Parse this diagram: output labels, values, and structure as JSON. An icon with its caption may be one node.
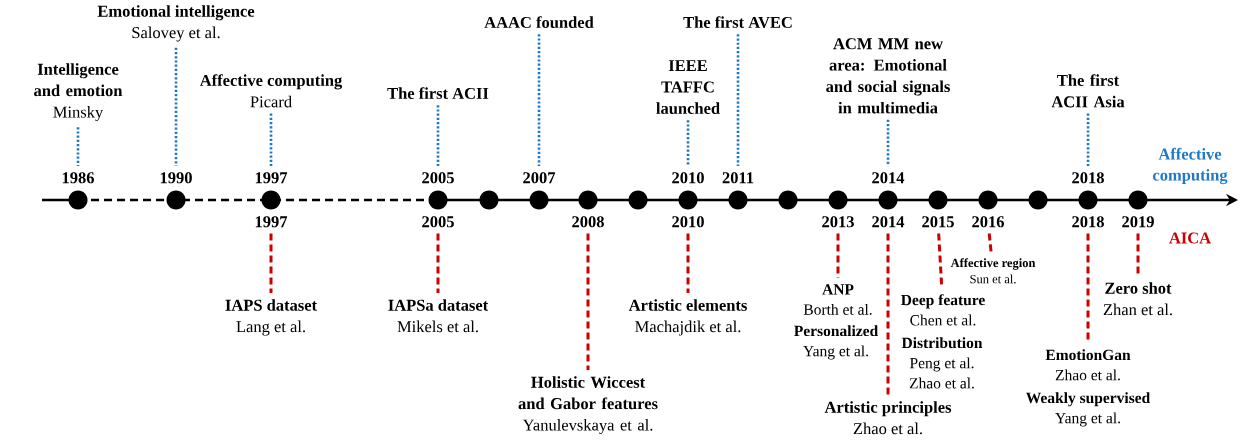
{
  "diagram": {
    "nodes": [
      {
        "text": [
          "Intelligence and emotion",
          "Minsky"
        ]
      },
      {
        "text": [
          "Emotional intelligence",
          "Salovey et al."
        ]
      },
      {
        "text": [
          "Affective computing",
          "Picard"
        ]
      },
      {
        "text": [
          "The first ACII"
        ]
      },
      {
        "text": [
          "AAAC founded"
        ]
      },
      {
        "text": [
          "IEEE TAFFC launched"
        ]
      },
      {
        "text": [
          "The first AVEC"
        ]
      },
      {
        "text": [
          "ACM MM new area: Emotional and social signals in multimedia"
        ]
      },
      {
        "text": [
          "The first ACII Asia"
        ]
      },
      {
        "text": [
          "1986"
        ]
      },
      {
        "text": [
          "1990"
        ]
      },
      {
        "text": [
          "1997"
        ]
      },
      {
        "text": [
          "2005"
        ]
      },
      {
        "text": [
          "2007"
        ]
      },
      {
        "text": [
          "2010"
        ]
      },
      {
        "text": [
          "2011"
        ]
      },
      {
        "text": [
          "2014"
        ]
      },
      {
        "text": [
          "2018"
        ]
      },
      {
        "text": [
          "1997"
        ]
      },
      {
        "text": [
          "2005"
        ]
      },
      {
        "text": [
          "2008"
        ]
      },
      {
        "text": [
          "2010"
        ]
      },
      {
        "text": [
          "2013"
        ]
      },
      {
        "text": [
          "2014"
        ]
      },
      {
        "text": [
          "2015"
        ]
      },
      {
        "text": [
          "2016"
        ]
      },
      {
        "text": [
          "2018"
        ]
      },
      {
        "text": [
          "2019"
        ]
      },
      {
        "text": [
          "IAPS dataset",
          "Lang et al."
        ]
      },
      {
        "text": [
          "IAPSa dataset",
          "Mikels et al."
        ]
      },
      {
        "text": [
          "Holistic Wiccest and Gabor features",
          "Yanulevskaya et al."
        ]
      },
      {
        "text": [
          "Artistic elements",
          "Machajdik et al."
        ]
      },
      {
        "text": [
          "ANP",
          "Borth et al."
        ]
      },
      {
        "text": [
          "Personalized",
          "Yang et al."
        ]
      },
      {
        "text": [
          "Artistic principles",
          "Zhao et al."
        ]
      },
      {
        "text": [
          "Deep feature",
          "Chen et al."
        ]
      },
      {
        "text": [
          "Distribution",
          "Peng et al.",
          "Zhao et al."
        ]
      },
      {
        "text": [
          "Affective region",
          "Sun et al."
        ]
      },
      {
        "text": [
          "EmotionGan",
          "Zhao et al."
        ]
      },
      {
        "text": [
          "Weakly supervised",
          "Yang et al."
        ]
      },
      {
        "text": [
          "Zero shot",
          "Zhan et al."
        ]
      }
    ],
    "edges": [
      {
        "from": 0,
        "to": 9,
        "arrow": "none",
        "color": "#1f78c8"
      },
      {
        "from": 1,
        "to": 10,
        "arrow": "none",
        "color": "#1f78c8"
      },
      {
        "from": 2,
        "to": 11,
        "arrow": "none",
        "color": "#1f78c8"
      },
      {
        "from": 3,
        "to": 12,
        "arrow": "none",
        "color": "#1f78c8"
      },
      {
        "from": 4,
        "to": 13,
        "arrow": "none",
        "color": "#1f78c8"
      },
      {
        "from": 5,
        "to": 14,
        "arrow": "none",
        "color": "#1f78c8"
      },
      {
        "from": 6,
        "to": 15,
        "arrow": "none",
        "color": "#1f78c8"
      },
      {
        "from": 7,
        "to": 16,
        "arrow": "none",
        "color": "#1f78c8"
      },
      {
        "from": 8,
        "to": 17,
        "arrow": "none",
        "color": "#1f78c8"
      },
      {
        "from": 18,
        "to": 28,
        "arrow": "none",
        "style": "dashed",
        "color": "#cc0000"
      },
      {
        "from": 19,
        "to": 29,
        "arrow": "none",
        "style": "dashed",
        "color": "#cc0000"
      },
      {
        "from": 20,
        "to": 30,
        "arrow": "none",
        "style": "dashed",
        "color": "#cc0000"
      },
      {
        "from": 21,
        "to": 31,
        "arrow": "none",
        "style": "dashed",
        "color": "#cc0000"
      },
      {
        "from": 22,
        "to": 32,
        "arrow": "none",
        "style": "dashed",
        "color": "#cc0000"
      },
      {
        "from": 23,
        "to": 34,
        "arrow": "none",
        "style": "dashed",
        "color": "#cc0000"
      },
      {
        "from": 24,
        "to": 35,
        "arrow": "none",
        "style": "dashed",
        "color": "#cc0000"
      },
      {
        "from": 25,
        "to": 37,
        "arrow": "none",
        "style": "dashed",
        "color": "#cc0000"
      },
      {
        "from": 26,
        "to": 38,
        "arrow": "none",
        "style": "dashed",
        "color": "#cc0000"
      },
      {
        "from": 27,
        "to": 40,
        "arrow": "none",
        "style": "dashed",
        "color": "#cc0000"
      }
    ],
    "labels": [
      "Affective computing",
      "AICA"
    ]
  }
}
